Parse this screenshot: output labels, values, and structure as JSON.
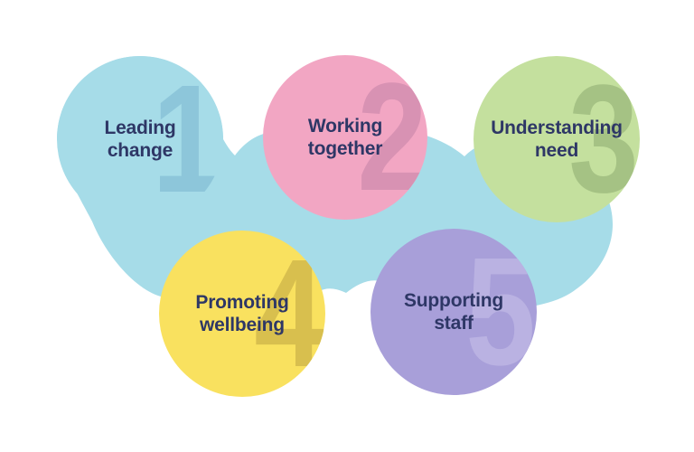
{
  "canvas": {
    "background": "#ffffff"
  },
  "blob": {
    "color": "#a6dce8"
  },
  "text_color": "#2e3766",
  "circles": [
    {
      "number": "1",
      "label_line1": "Leading",
      "label_line2": "change",
      "fill": "#a6dce8",
      "number_color": "#8dc6da",
      "text_color": "#2e3766"
    },
    {
      "number": "2",
      "label_line1": "Working",
      "label_line2": "together",
      "fill": "#f2a6c3",
      "number_color": "#d892b3",
      "text_color": "#2e3766"
    },
    {
      "number": "3",
      "label_line1": "Understanding",
      "label_line2": "need",
      "fill": "#c4e09e",
      "number_color": "#a5c284",
      "text_color": "#2e3766"
    },
    {
      "number": "4",
      "label_line1": "Promoting",
      "label_line2": "wellbeing",
      "fill": "#f9e15f",
      "number_color": "#d8bf4e",
      "text_color": "#2e3766"
    },
    {
      "number": "5",
      "label_line1": "Supporting",
      "label_line2": "staff",
      "fill": "#a89fd9",
      "number_color": "#bab2e2",
      "text_color": "#2e3766"
    }
  ]
}
